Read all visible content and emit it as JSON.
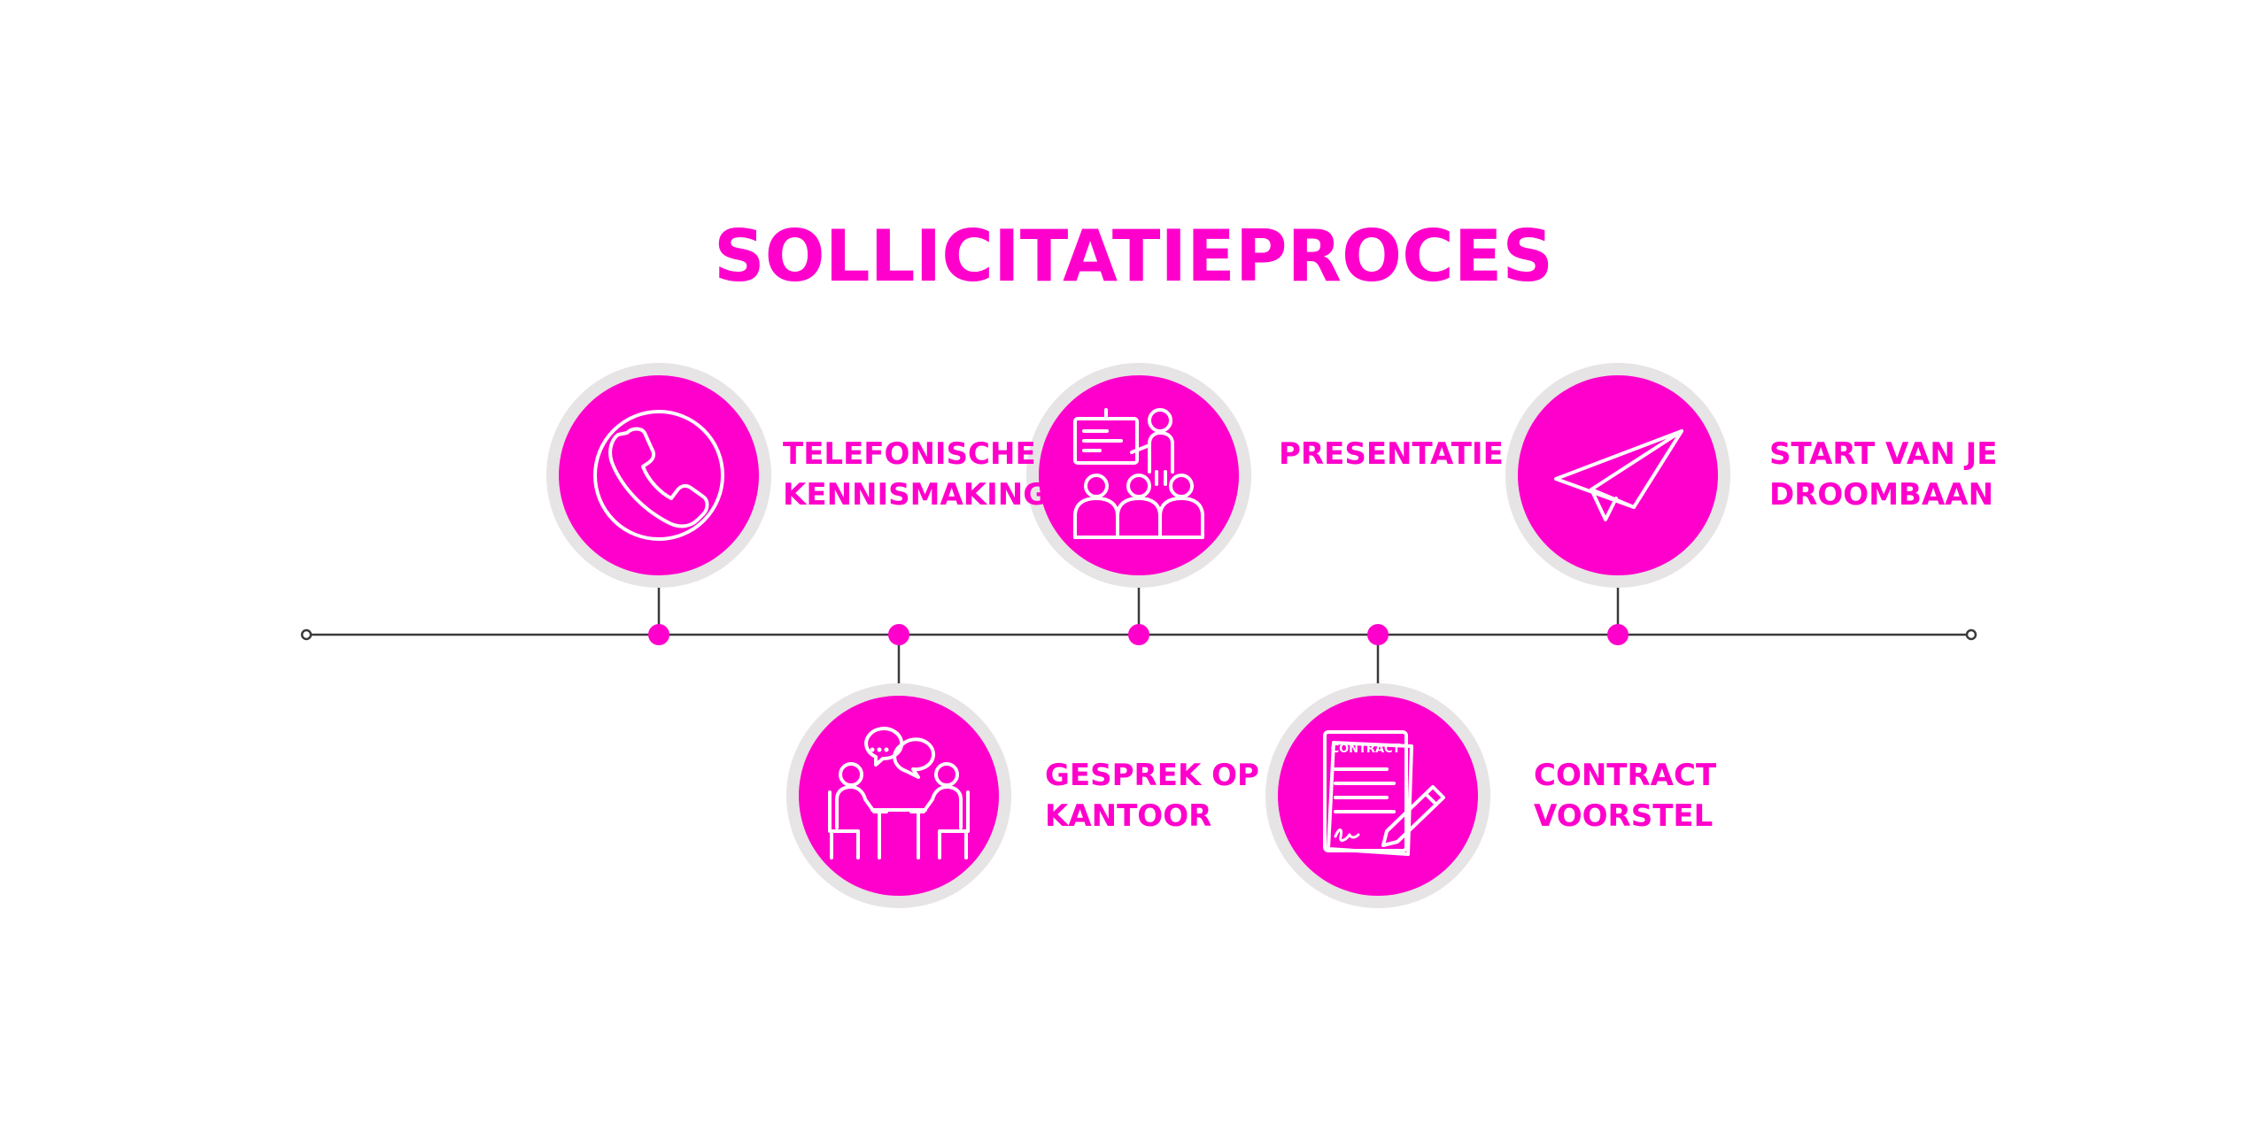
{
  "title": "SOLLICITATIEPROCES",
  "colors": {
    "accent": "#FF00CC",
    "ring": "#E6E4E4",
    "line": "#3A3A3A",
    "icon_stroke": "#FFFFFF",
    "background": "#FFFFFF"
  },
  "steps": [
    {
      "id": "telefonische-kennismaking",
      "position": "above",
      "icon": "phone-icon",
      "label_lines": [
        "TELEFONISCHE",
        "KENNISMAKING"
      ]
    },
    {
      "id": "gesprek-op-kantoor",
      "position": "below",
      "icon": "meeting-table-icon",
      "label_lines": [
        "GESPREK OP",
        "KANTOOR"
      ]
    },
    {
      "id": "presentatie",
      "position": "above",
      "icon": "presentation-icon",
      "label_lines": [
        "PRESENTATIE"
      ]
    },
    {
      "id": "contract-voorstel",
      "position": "below",
      "icon": "contract-icon",
      "icon_text": "CONTRACT",
      "label_lines": [
        "CONTRACT",
        "VOORSTEL"
      ]
    },
    {
      "id": "start-van-je-droombaan",
      "position": "above",
      "icon": "paper-plane-icon",
      "label_lines": [
        "START VAN JE",
        "DROOMBAAN"
      ]
    }
  ]
}
